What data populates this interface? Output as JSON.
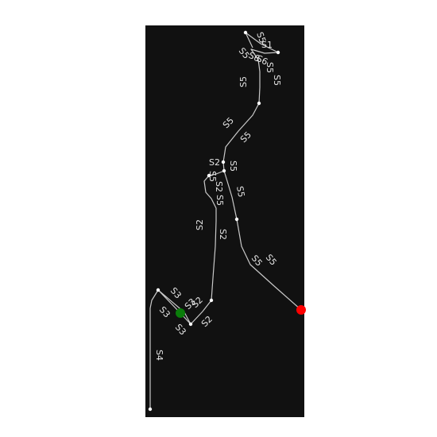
{
  "map": {
    "background_color": "#111111",
    "route_color": "#c9c9c9",
    "node_color": "#ffffff",
    "start_marker_color": "#0a7d0a",
    "end_marker_color": "#ff0000",
    "labels": {
      "s1": "S1",
      "s2": "S2",
      "s3": "S3",
      "s4": "S4",
      "s5": "S5",
      "s6": "S6"
    }
  }
}
